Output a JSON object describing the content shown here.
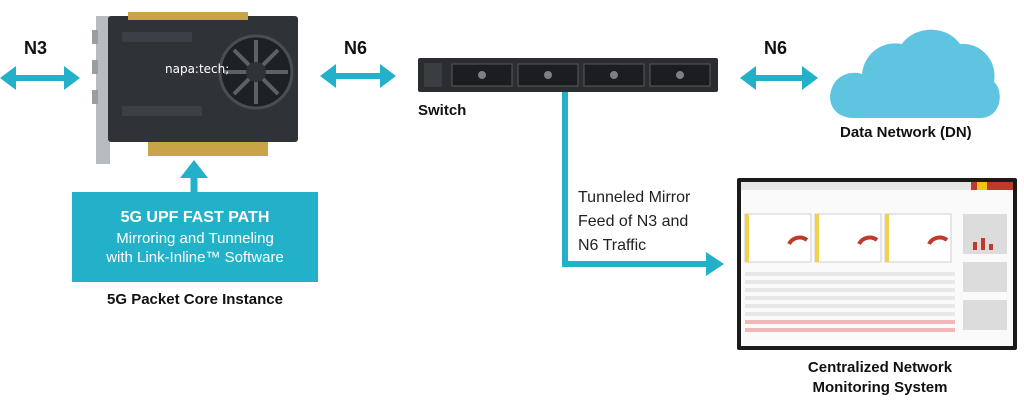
{
  "labels": {
    "n3_left": "N3",
    "n6_left": "N6",
    "n6_right": "N6",
    "switch": "Switch",
    "data_network": "Data Network (DN)",
    "packet_core": "5G Packet Core Instance",
    "monitoring_line1": "Centralized Network",
    "monitoring_line2": "Monitoring System"
  },
  "upf_box": {
    "title": "5G UPF FAST PATH",
    "line1": "Mirroring and Tunneling",
    "line2": "with Link-Inline™ Software"
  },
  "mirror_feed": {
    "line1": "Tunneled Mirror",
    "line2": "Feed of N3 and",
    "line3": "N6 Traffic"
  },
  "card": {
    "brand": "napa:tech;"
  },
  "colors": {
    "accent": "#22b1c8",
    "cloud": "#5ec4e0",
    "card": "#2f3338"
  },
  "icons": [
    "double-arrow-icon",
    "cloud-icon",
    "server-switch-icon",
    "network-card-icon",
    "monitor-icon"
  ]
}
